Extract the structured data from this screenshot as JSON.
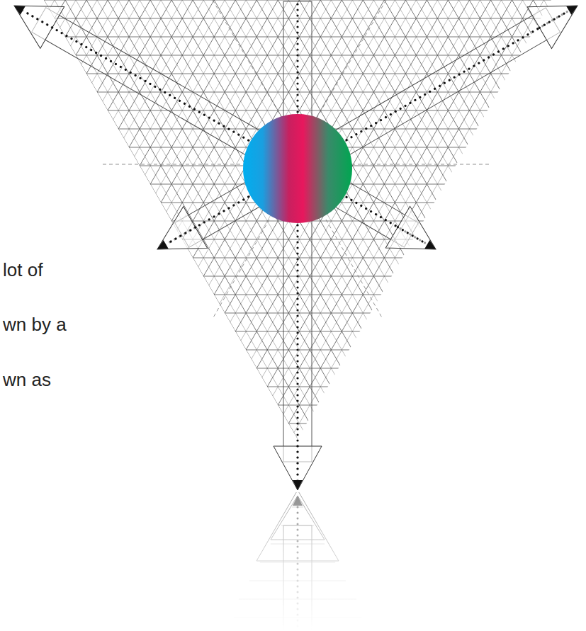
{
  "diagram": {
    "labels": [
      "lot of",
      "wn by a",
      "wn as"
    ]
  }
}
